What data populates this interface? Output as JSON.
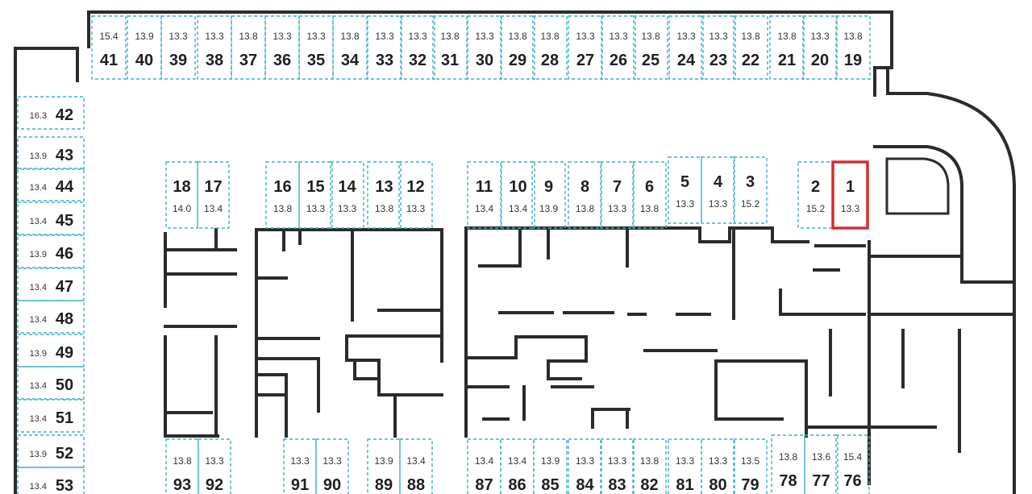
{
  "selected_space": "1",
  "colors": {
    "wall": "#2b2b2b",
    "space_border": "#3fb3bd",
    "selected": "#d32f2f"
  },
  "spaces": [
    {
      "num": "41",
      "area": "15.4"
    },
    {
      "num": "40",
      "area": "13.9"
    },
    {
      "num": "39",
      "area": "13.3"
    },
    {
      "num": "38",
      "area": "13.3"
    },
    {
      "num": "37",
      "area": "13.8"
    },
    {
      "num": "36",
      "area": "13.3"
    },
    {
      "num": "35",
      "area": "13.3"
    },
    {
      "num": "34",
      "area": "13.8"
    },
    {
      "num": "33",
      "area": "13.3"
    },
    {
      "num": "32",
      "area": "13.3"
    },
    {
      "num": "31",
      "area": "13.8"
    },
    {
      "num": "30",
      "area": "13.3"
    },
    {
      "num": "29",
      "area": "13.8"
    },
    {
      "num": "28",
      "area": "13.8"
    },
    {
      "num": "27",
      "area": "13.3"
    },
    {
      "num": "26",
      "area": "13.3"
    },
    {
      "num": "25",
      "area": "13.8"
    },
    {
      "num": "24",
      "area": "13.3"
    },
    {
      "num": "23",
      "area": "13.3"
    },
    {
      "num": "22",
      "area": "13.8"
    },
    {
      "num": "21",
      "area": "13.8"
    },
    {
      "num": "20",
      "area": "13.3"
    },
    {
      "num": "19",
      "area": "13.8"
    },
    {
      "num": "42",
      "area": "16.3"
    },
    {
      "num": "43",
      "area": "13.9"
    },
    {
      "num": "44",
      "area": "13.4"
    },
    {
      "num": "45",
      "area": "13.4"
    },
    {
      "num": "46",
      "area": "13.9"
    },
    {
      "num": "47",
      "area": "13.4"
    },
    {
      "num": "48",
      "area": "13.4"
    },
    {
      "num": "49",
      "area": "13.9"
    },
    {
      "num": "50",
      "area": "13.4"
    },
    {
      "num": "51",
      "area": "13.4"
    },
    {
      "num": "52",
      "area": "13.9"
    },
    {
      "num": "53",
      "area": "13.4"
    },
    {
      "num": "18",
      "area": "14.0"
    },
    {
      "num": "17",
      "area": "13.4"
    },
    {
      "num": "16",
      "area": "13.8"
    },
    {
      "num": "15",
      "area": "13.3"
    },
    {
      "num": "14",
      "area": "13.3"
    },
    {
      "num": "13",
      "area": "13.8"
    },
    {
      "num": "12",
      "area": "13.3"
    },
    {
      "num": "11",
      "area": "13.4"
    },
    {
      "num": "10",
      "area": "13.4"
    },
    {
      "num": "9",
      "area": "13.9"
    },
    {
      "num": "8",
      "area": "13.8"
    },
    {
      "num": "7",
      "area": "13.3"
    },
    {
      "num": "6",
      "area": "13.8"
    },
    {
      "num": "5",
      "area": "13.3"
    },
    {
      "num": "4",
      "area": "13.3"
    },
    {
      "num": "3",
      "area": "15.2"
    },
    {
      "num": "2",
      "area": "15.2"
    },
    {
      "num": "1",
      "area": "13.3"
    },
    {
      "num": "93",
      "area": "13.8"
    },
    {
      "num": "92",
      "area": "13.3"
    },
    {
      "num": "91",
      "area": "13.3"
    },
    {
      "num": "90",
      "area": "13.3"
    },
    {
      "num": "89",
      "area": "13.9"
    },
    {
      "num": "88",
      "area": "13.4"
    },
    {
      "num": "87",
      "area": "13.4"
    },
    {
      "num": "86",
      "area": "13.4"
    },
    {
      "num": "85",
      "area": "13.9"
    },
    {
      "num": "84",
      "area": "13.3"
    },
    {
      "num": "83",
      "area": "13.3"
    },
    {
      "num": "82",
      "area": "13.8"
    },
    {
      "num": "81",
      "area": "13.3"
    },
    {
      "num": "80",
      "area": "13.3"
    },
    {
      "num": "79",
      "area": "13.5"
    },
    {
      "num": "78",
      "area": "13.8"
    },
    {
      "num": "77",
      "area": "13.6"
    },
    {
      "num": "76",
      "area": "15.4"
    }
  ]
}
